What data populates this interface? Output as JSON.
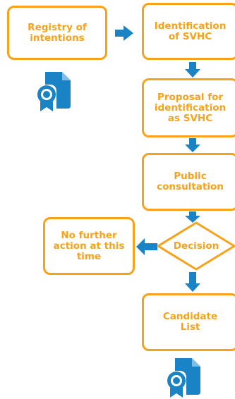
{
  "diagram": {
    "nodes": {
      "registry": "Registry of\nintentions",
      "identification": "Identification\nof SVHC",
      "proposal": "Proposal for\nidentification\nas SVHC",
      "consultation": "Public\nconsultation",
      "decision": "Decision",
      "no_further_action": "No further\naction at this\ntime",
      "candidate_list": "Candidate\nList"
    },
    "colors": {
      "box_outline": "#f7a21b",
      "text": "#f7a21b",
      "arrow": "#1a83c5",
      "icon": "#1a83c5"
    },
    "icons": [
      "certificate-document-icon",
      "certificate-document-icon"
    ]
  }
}
